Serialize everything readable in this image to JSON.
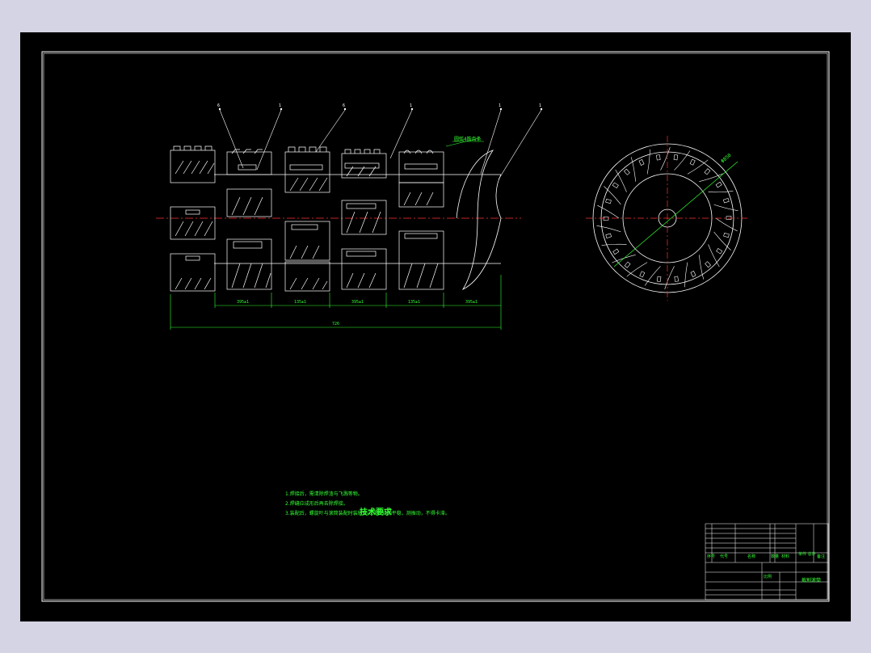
{
  "colors": {
    "background": "#000000",
    "frame": "#ffffff",
    "annotation": "#33ff33",
    "centerline": "#ff3030",
    "window": "#d4d4e4"
  },
  "balloons": [
    "6",
    "1",
    "6",
    "1",
    "1",
    "1"
  ],
  "callout_label": "圆弧4筋齿条",
  "dimensions": {
    "segment_1": "395±1",
    "segment_2": "135±1",
    "segment_3": "395±1",
    "segment_4": "135±1",
    "segment_5": "395±1",
    "overall": "726"
  },
  "circle_callout": "Φ850",
  "technical_requirements": {
    "title": "技术要求",
    "items": [
      "1.焊接后，需清除焊渣与飞溅等物。",
      "2.焊缝应成形后再去除焊接。",
      "3.装配后，螺旋叶与滚筒装配时装转动灵活，转动平稳，测振动，不得卡滞。"
    ]
  },
  "title_block": {
    "drawing_name": "截割滚筒",
    "labels": {
      "seq": "序号",
      "code": "代号",
      "name": "名称",
      "qty": "数量",
      "material": "材料",
      "weight": "单件 总计",
      "remark": "备注",
      "scale": "比例"
    }
  }
}
